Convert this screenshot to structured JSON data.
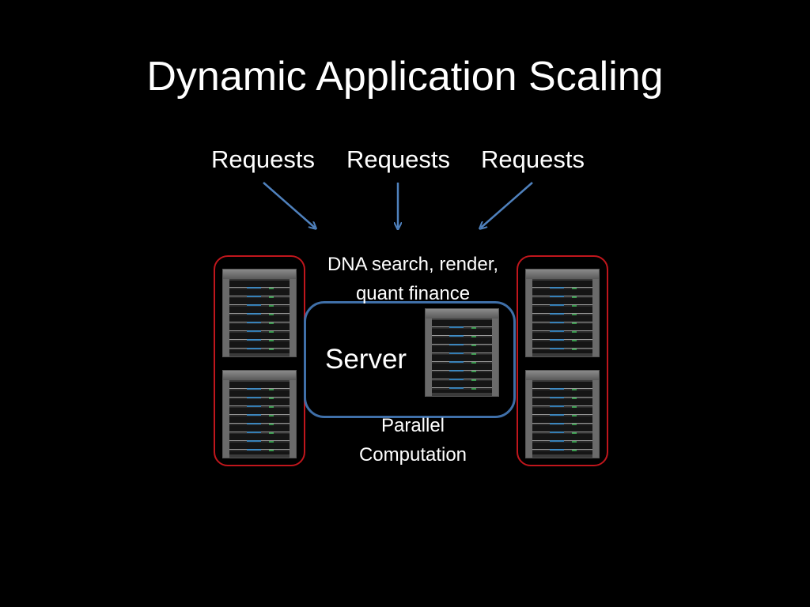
{
  "slide": {
    "title": "Dynamic Application Scaling"
  },
  "requests": [
    {
      "label": "Requests"
    },
    {
      "label": "Requests"
    },
    {
      "label": "Requests"
    }
  ],
  "workload": {
    "line1": "DNA search, render,",
    "line2": "quant finance"
  },
  "server": {
    "label": "Server"
  },
  "parallel": {
    "line1": "Parallel",
    "line2": "Computation"
  },
  "colors": {
    "background": "#000000",
    "text": "#ffffff",
    "arrow": "#4f81bd",
    "server_border": "#3f6fa8",
    "scale_group_border": "#c0161c"
  },
  "icons": {
    "server_rack": "server-rack-image"
  }
}
